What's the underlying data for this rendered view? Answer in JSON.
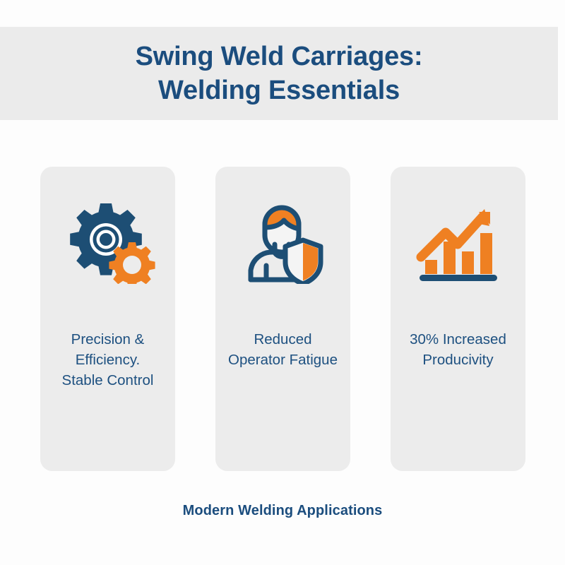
{
  "theme": {
    "page_background": "#fdfdfd",
    "banner_background": "#ebebeb",
    "card_background": "#ececec",
    "navy": "#1b4d7e",
    "navy_text": "#1d5080",
    "orange": "#ef8022",
    "dark_blue_icon": "#1d4e74"
  },
  "header": {
    "title_line_1": "Swing Weld Carriages:",
    "title_line_2": "Welding Essentials"
  },
  "cards": [
    {
      "icon_name": "gears-icon",
      "text_lines": [
        "Precision &",
        "Efficiency.",
        "Stable Control"
      ]
    },
    {
      "icon_name": "operator-shield-icon",
      "text_lines": [
        "Reduced",
        "Operator Fatigue"
      ]
    },
    {
      "icon_name": "growth-chart-icon",
      "text_lines": [
        "30% Increased",
        "Producivity"
      ]
    }
  ],
  "footer": {
    "caption": "Modern Welding Applications"
  }
}
